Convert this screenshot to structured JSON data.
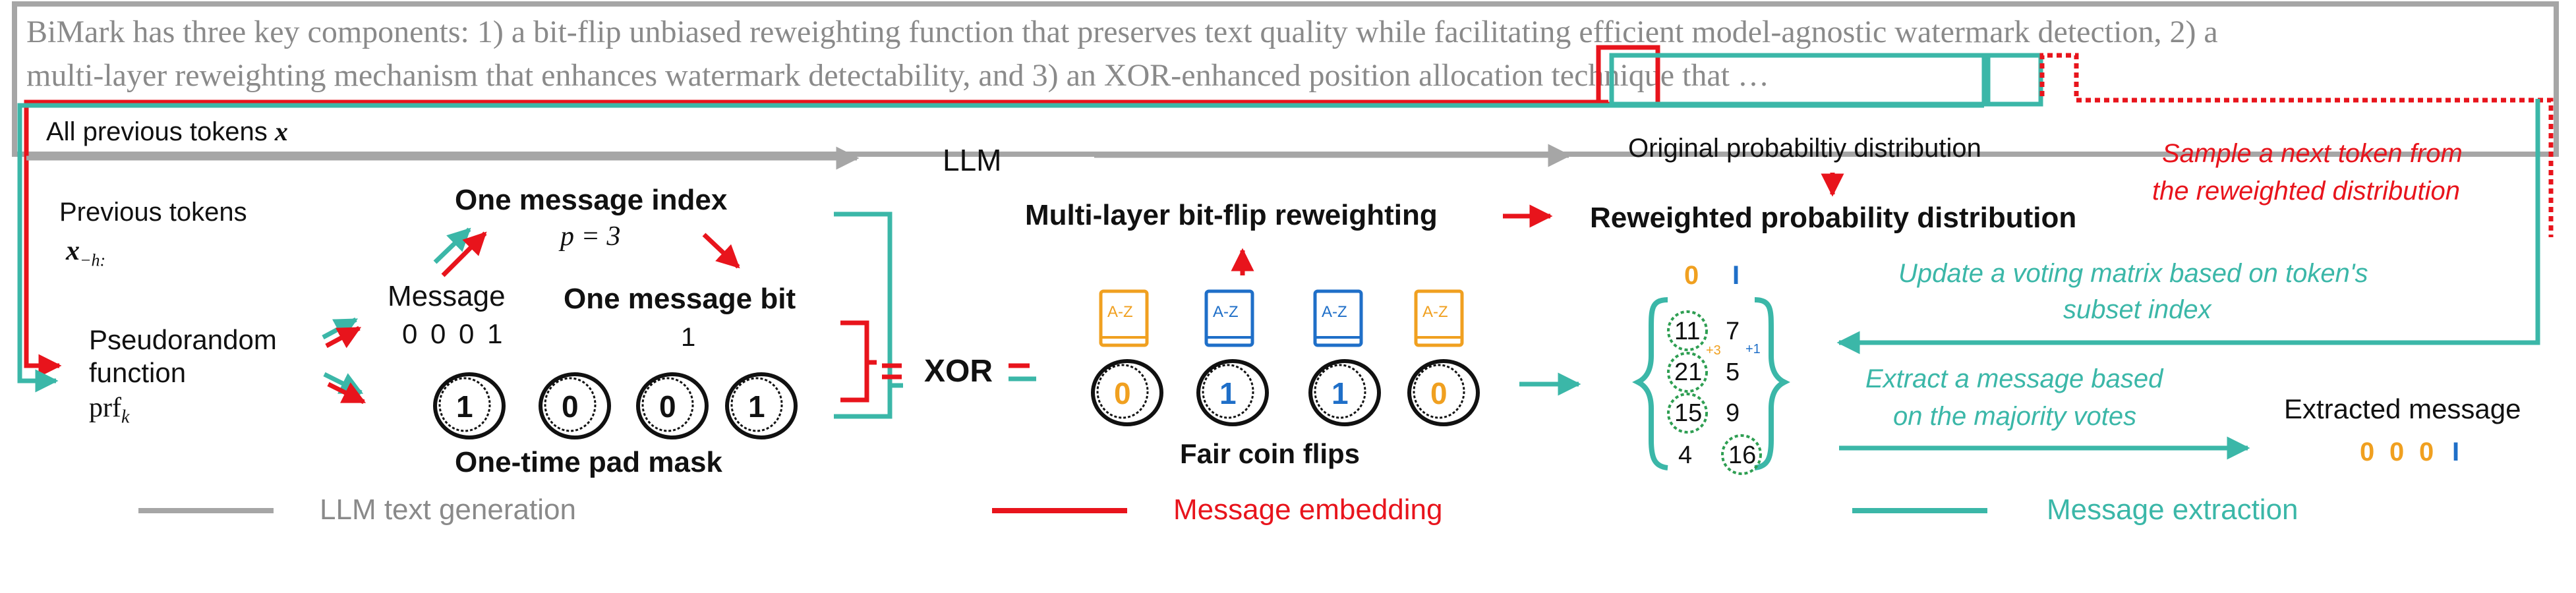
{
  "header": {
    "line1": "BiMark has three key components: 1) a bit-flip unbiased reweighting function that preserves text quality while facilitating efficient model-agnostic watermark detection, 2) a",
    "line2": "multi-layer reweighting mechanism that enhances watermark detectability, and 3) an XOR-enhanced position allocation technique that …"
  },
  "generation": {
    "all_prev_tokens": "All previous tokens",
    "all_prev_symbol": "x",
    "llm": "LLM",
    "original_dist": "Original probabiltiy distribution",
    "sample_next_line1": "Sample a next token from",
    "sample_next_line2": "the reweighted distribution"
  },
  "embedding": {
    "prev_tokens": "Previous tokens",
    "prev_tokens_symbol": "x",
    "prev_tokens_sub": "−h:",
    "prf_line1": "Pseudorandom",
    "prf_line2": "function",
    "prf_symbol": "prf",
    "prf_sub": "k",
    "message_label": "Message",
    "message_value": "0 0 0 1",
    "message_index_title": "One message index",
    "message_index_value": "p = 3",
    "message_bit_title": "One message bit",
    "message_bit_value": "1",
    "pad_mask_title": "One-time pad mask",
    "pad_coins": [
      "1",
      "0",
      "0",
      "1"
    ],
    "xor": "XOR",
    "multilayer_title": "Multi-layer bit-flip reweighting",
    "fair_coin_title": "Fair coin flips",
    "book_label": "A-Z",
    "fair_coins": [
      {
        "value": "0",
        "color": "#f0a020"
      },
      {
        "value": "1",
        "color": "#1f6fc8"
      },
      {
        "value": "1",
        "color": "#1f6fc8"
      },
      {
        "value": "0",
        "color": "#f0a020"
      }
    ],
    "reweighted_title": "Reweighted probability distribution"
  },
  "extraction": {
    "voting_header": [
      "0",
      "I"
    ],
    "matrix": [
      [
        "11",
        "7"
      ],
      [
        "21",
        "5"
      ],
      [
        "15",
        "9"
      ],
      [
        "4",
        "16"
      ]
    ],
    "plus3": "+3",
    "plus1": "+1",
    "update_line1": "Update a voting matrix based on token's",
    "update_line2": "subset index",
    "extract_line1": "Extract a message based",
    "extract_line2": "on the majority votes",
    "extracted_title": "Extracted message",
    "extracted_bits": [
      "0",
      "0",
      "0",
      "I"
    ]
  },
  "legend": {
    "gen": "LLM text generation",
    "embed": "Message embedding",
    "extract": "Message extraction"
  },
  "colors": {
    "gray": "#a6a6a6",
    "red": "#e8141c",
    "teal": "#3bb7a8",
    "orange": "#f0a020",
    "blue": "#1f6fc8"
  }
}
